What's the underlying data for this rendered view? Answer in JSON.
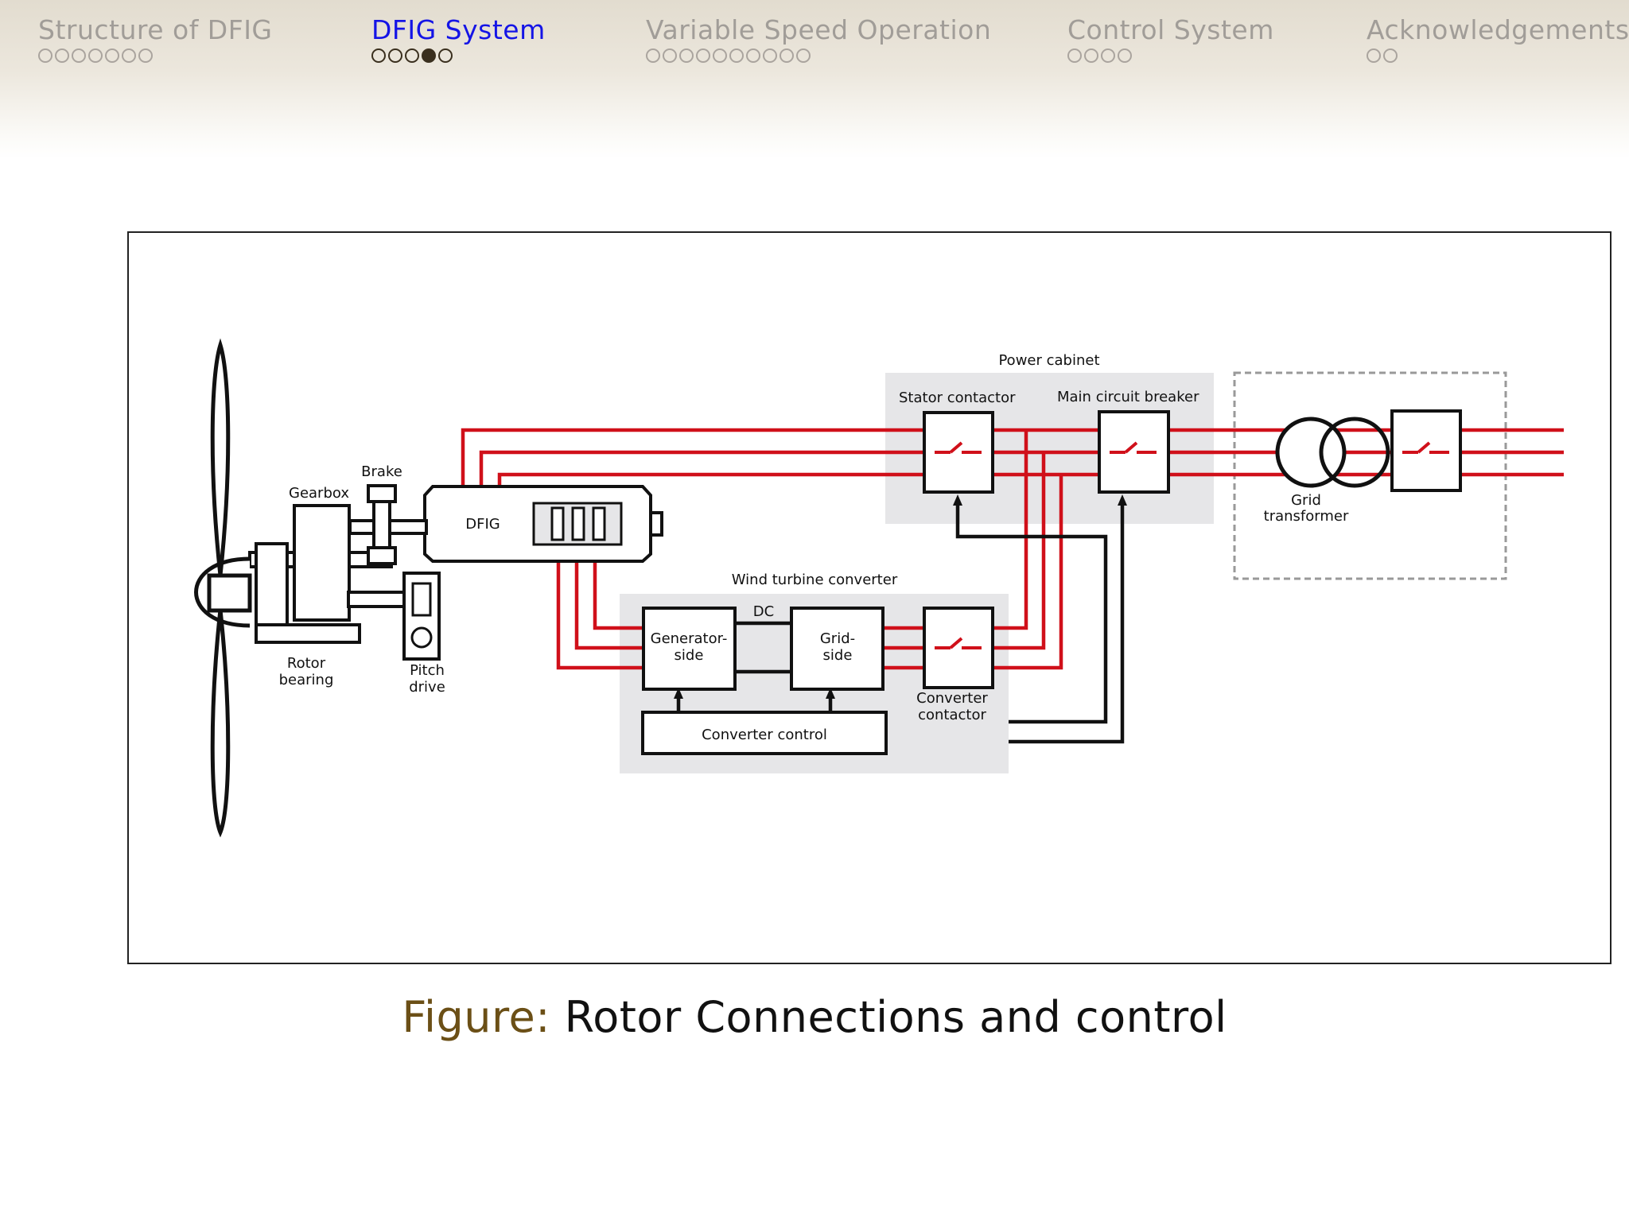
{
  "nav": {
    "sections": [
      {
        "label": "Structure of DFIG",
        "dots": 7,
        "filled": -1,
        "active": false
      },
      {
        "label": "DFIG System",
        "dots": 5,
        "filled": 3,
        "active": true
      },
      {
        "label": "Variable Speed Operation",
        "dots": 10,
        "filled": -1,
        "active": false
      },
      {
        "label": "Control System",
        "dots": 4,
        "filled": -1,
        "active": false
      },
      {
        "label": "Acknowledgements",
        "dots": 2,
        "filled": -1,
        "active": false
      }
    ]
  },
  "diagram": {
    "labels": {
      "power_cabinet": "Power cabinet",
      "stator_contactor": "Stator contactor",
      "main_circuit_breaker": "Main circuit breaker",
      "brake": "Brake",
      "gearbox": "Gearbox",
      "dfig": "DFIG",
      "wind_turbine_converter": "Wind turbine converter",
      "dc": "DC",
      "generator_side_1": "Generator-",
      "generator_side_2": "side",
      "grid_side_1": "Grid-",
      "grid_side_2": "side",
      "converter_contactor_1": "Converter",
      "converter_contactor_2": "contactor",
      "converter_control": "Converter control",
      "rotor_bearing_1": "Rotor",
      "rotor_bearing_2": "bearing",
      "pitch_drive_1": "Pitch",
      "pitch_drive_2": "drive",
      "grid_transformer_1": "Grid",
      "grid_transformer_2": "transformer"
    },
    "colors": {
      "power_line": "#d0101a",
      "cabinet_fill": "#e6e6e8",
      "outline": "#111111"
    }
  },
  "caption": {
    "prefix": "Figure:",
    "text": "Rotor Connections and control"
  }
}
